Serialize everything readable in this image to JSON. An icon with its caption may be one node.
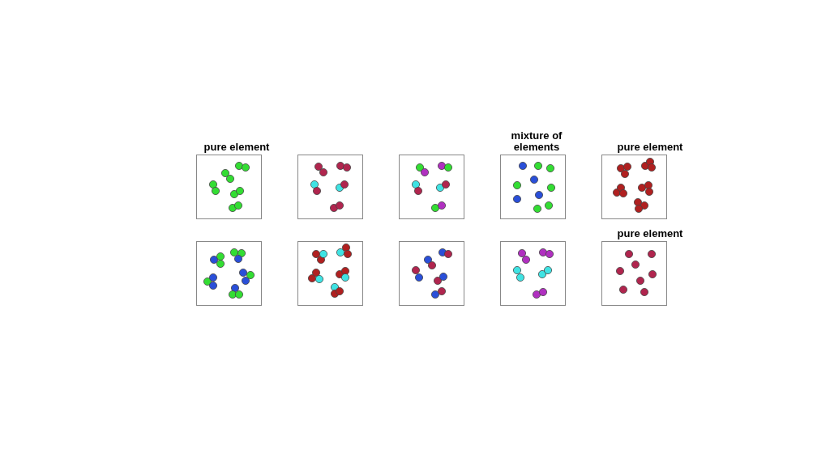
{
  "diagram": {
    "nodes": [
      {
        "text": [
          "pure element"
        ]
      },
      {
        "text": [],
        "shape": "box"
      },
      {
        "text": [],
        "shape": "box"
      },
      {
        "text": [
          "mixture of elements"
        ]
      },
      {
        "text": [
          "pure element"
        ]
      },
      {
        "text": [],
        "shape": "box"
      },
      {
        "text": [],
        "shape": "box"
      },
      {
        "text": [],
        "shape": "box"
      },
      {
        "text": [],
        "shape": "box"
      },
      {
        "text": [
          "pure element"
        ]
      }
    ]
  }
}
